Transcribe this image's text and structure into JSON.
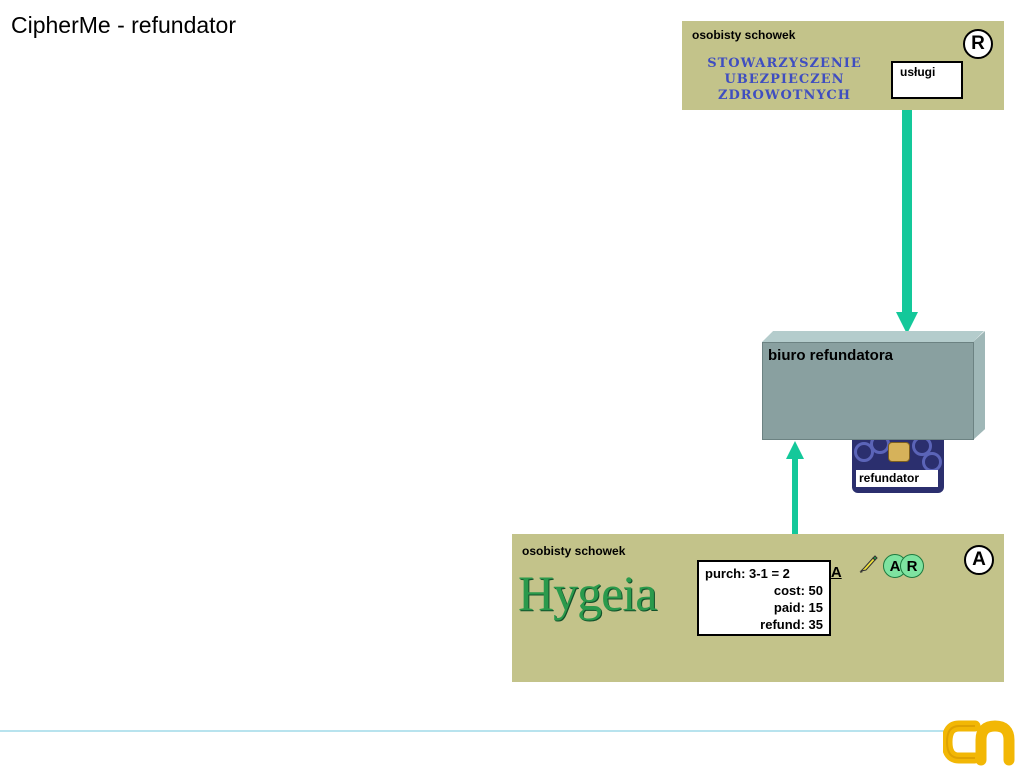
{
  "slide": {
    "title": "CipherMe - refundator"
  },
  "vault_top": {
    "label": "osobisty schowek",
    "badge": "R",
    "association_logo": [
      "STOWARZYSZENIE",
      "UBEZPIECZEN",
      "ZDROWOTNYCH"
    ],
    "services_label": "usługi"
  },
  "office": {
    "label": "biuro refundatora"
  },
  "card": {
    "label": "refundator"
  },
  "vault_bottom": {
    "label": "osobisty schowek",
    "badge": "A",
    "logo_text": "Hygeia",
    "receipt": {
      "purch": "purch: 3-1 = 2",
      "cost": "cost: 50",
      "paid": "paid: 15",
      "refund": "refund: 35"
    },
    "ua_link": "UA",
    "roles": [
      "A",
      "R"
    ]
  },
  "colors": {
    "vault_bg": "#c3c38a",
    "arrow": "#14c89a",
    "office": "#89a0a0",
    "logo_blue": "#3f4ec0",
    "hygeia_green": "#2a9a4c",
    "role_badge": "#7ee3a0"
  },
  "icons": [
    "pen-icon",
    "ciphersme-logo"
  ]
}
